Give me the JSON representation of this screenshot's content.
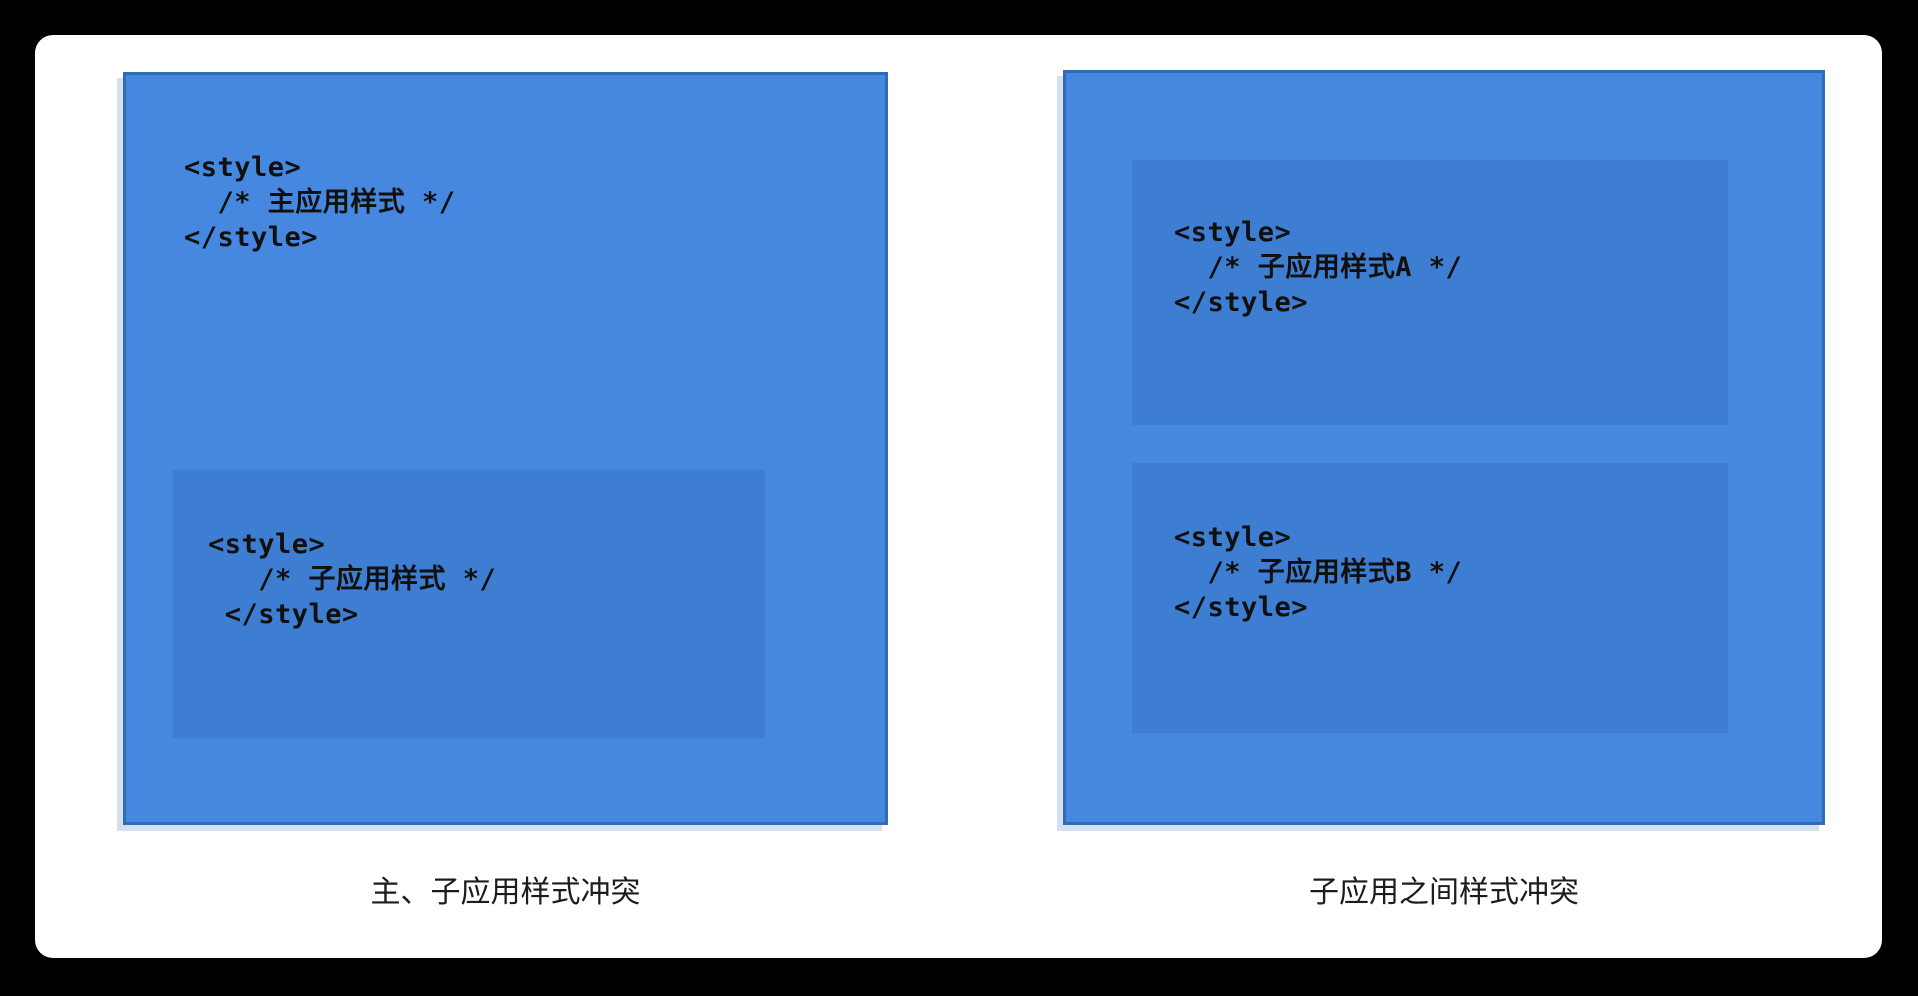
{
  "theme": {
    "page_background": "#000000",
    "sheet_background": "#ffffff",
    "box_fill": "#4688DF",
    "box_border": "#2F6CB5",
    "inner_box_fill": "#3570BC",
    "text_color": "#12100E",
    "caption_color": "#1C1C1C"
  },
  "diagram": {
    "panels": [
      {
        "id": "main-sub-conflict",
        "caption": "主、子应用样式冲突",
        "outer": {
          "role": "main-application",
          "code": "<style>\n  /* 主应用样式 */\n</style>"
        },
        "inner": [
          {
            "role": "sub-application",
            "code": "<style>\n   /* 子应用样式 */\n </style>"
          }
        ]
      },
      {
        "id": "sub-sub-conflict",
        "caption": "子应用之间样式冲突",
        "outer": {
          "role": "main-application",
          "code": ""
        },
        "inner": [
          {
            "role": "sub-application-a",
            "code": "<style>\n  /* 子应用样式A */\n</style>"
          },
          {
            "role": "sub-application-b",
            "code": "<style>\n  /* 子应用样式B */\n</style>"
          }
        ]
      }
    ]
  }
}
